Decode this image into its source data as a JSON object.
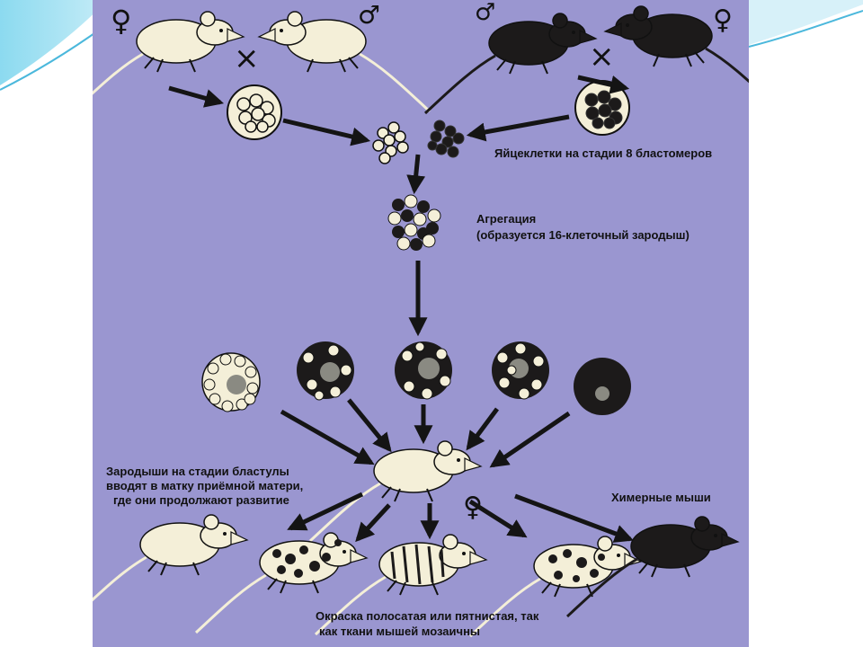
{
  "diagram": {
    "labels": {
      "blastomeres": "Яйцеклетки на стадии 8 бластомеров",
      "aggregation_line1": "Агрегация",
      "aggregation_line2": "(образуется 16-клеточный зародыш)",
      "blastula_line1": "Зародыши на стадии бластулы",
      "blastula_line2": "вводят в матку приёмной матери,",
      "blastula_line3": "где они продолжают развитие",
      "chimeric": "Химерные мыши",
      "coloring_line1": "Окраска полосатая или пятнистая, так",
      "coloring_line2": "как ткани мышей мозаичны"
    },
    "sex_symbols": {
      "female": "♀",
      "male": "♂",
      "cross": "×"
    },
    "colors": {
      "background": "#9a96d0",
      "white_mouse": "#f4efd8",
      "black_mouse": "#1c1a1a",
      "arrow": "#141414",
      "slide_accent": "#5ec6e6"
    }
  }
}
